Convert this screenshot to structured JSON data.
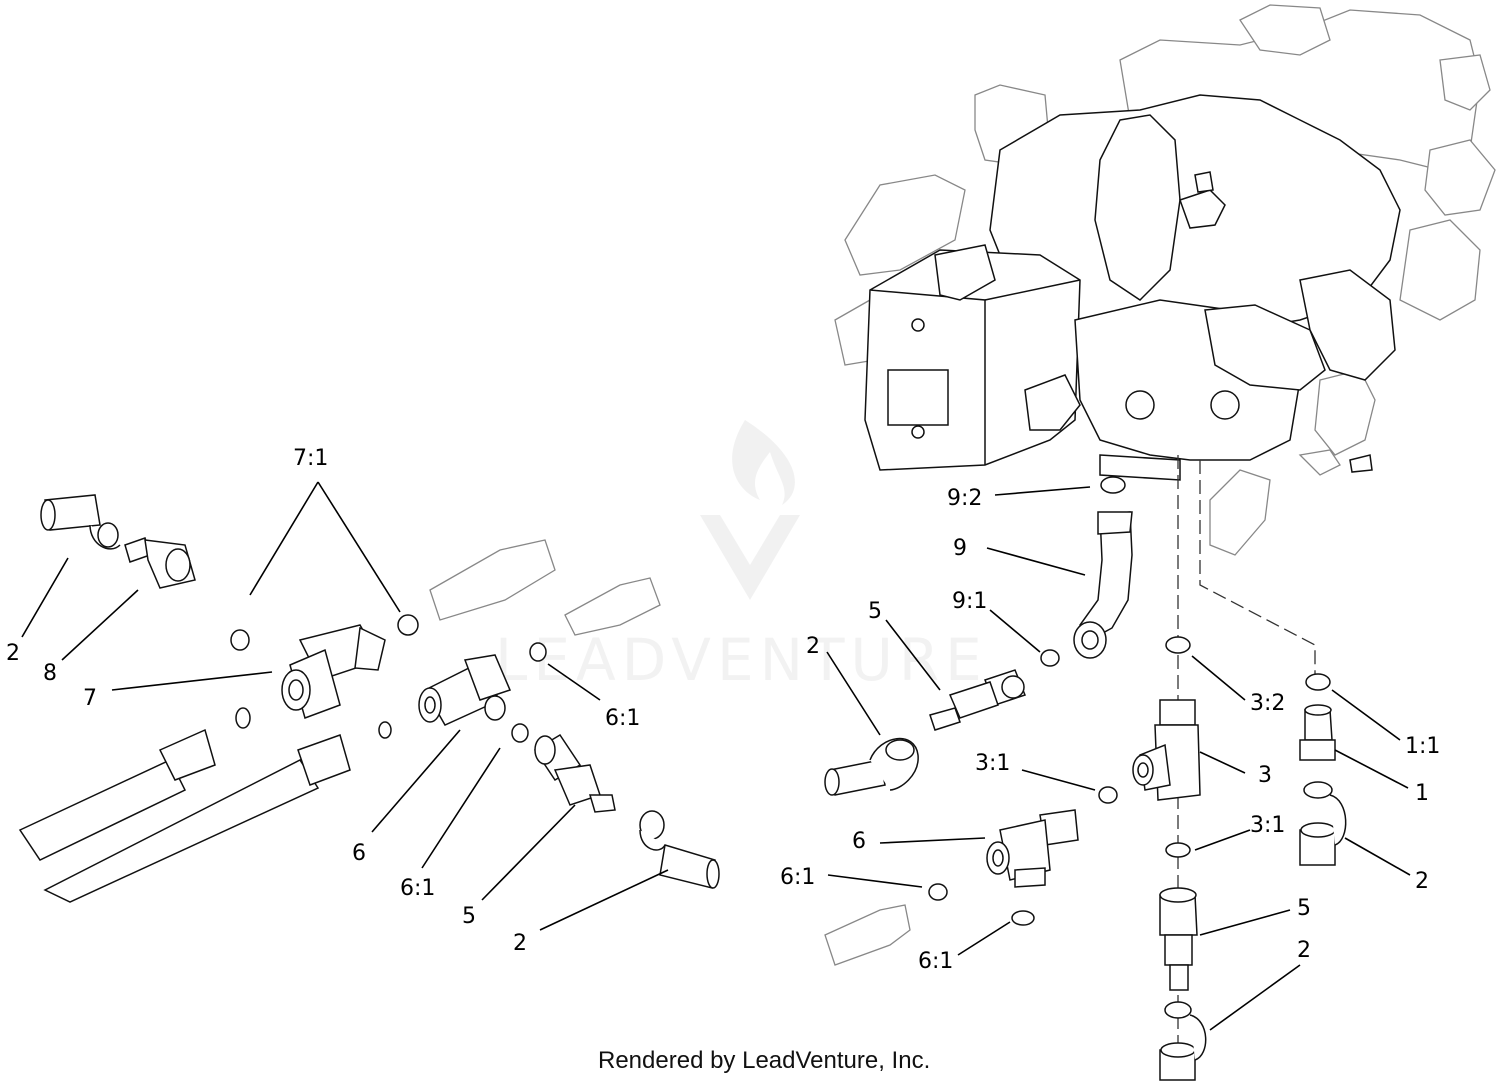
{
  "watermark": {
    "text": "LEADVENTURE"
  },
  "footer": {
    "credit": "Rendered by LeadVenture, Inc."
  },
  "callouts": {
    "c_7_1": "7:1",
    "c_2_a": "2",
    "c_8": "8",
    "c_7": "7",
    "c_6_1_a": "6:1",
    "c_6_a": "6",
    "c_6_1_b": "6:1",
    "c_5_a": "5",
    "c_2_b": "2",
    "c_9_2": "9:2",
    "c_9": "9",
    "c_9_1": "9:1",
    "c_5_b": "5",
    "c_2_c": "2",
    "c_3_2": "3:2",
    "c_1_1": "1:1",
    "c_3_1_a": "3:1",
    "c_3": "3",
    "c_1": "1",
    "c_6_b": "6",
    "c_3_1_b": "3:1",
    "c_2_d": "2",
    "c_6_1_c": "6:1",
    "c_5_c": "5",
    "c_2_e": "2",
    "c_6_1_d": "6:1"
  },
  "colors": {
    "line": "#000000",
    "watermark": "#e8e8e8",
    "background": "#ffffff"
  }
}
